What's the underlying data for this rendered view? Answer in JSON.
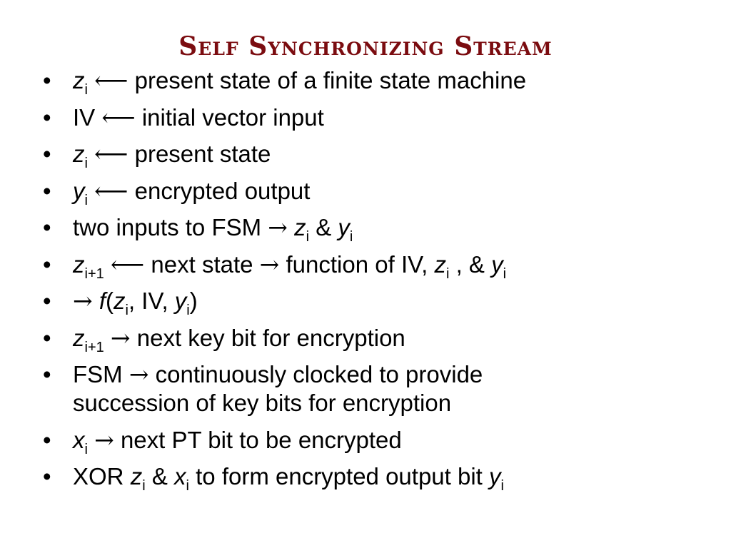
{
  "title": "Self Synchronizing Stream",
  "bullet_glyph": "•",
  "arrow_left": "⟵",
  "arrow_right": "→",
  "items": [
    {
      "v1": "z",
      "s1": "i",
      "text": "present state of a finite state machine"
    },
    {
      "t1": "IV",
      "text": "initial vector input"
    },
    {
      "v1": "z",
      "s1": "i",
      "text": "present state"
    },
    {
      "v1": "y",
      "s1": "i",
      "text": "encrypted output"
    },
    {
      "t1": "two inputs to FSM",
      "v1": "z",
      "s1": "i",
      "amp": "&",
      "v2": "y",
      "s2": "i"
    },
    {
      "v1": "z",
      "s1": "i+1",
      "t1": "next state",
      "t2": "function of IV,",
      "v2": "z",
      "s2": "i",
      "t3": ", &",
      "v3": "y",
      "s3": "i"
    },
    {
      "f": "f",
      "p1": "(",
      "v1": "z",
      "s1": "i",
      "t1": ", IV,",
      "v2": "y",
      "s2": "i",
      "p2": ")"
    },
    {
      "v1": "z",
      "s1": "i+1",
      "text": "next key bit for encryption"
    },
    {
      "t1": "FSM",
      "line1": "continuously clocked to provide",
      "line2": "succession of key bits for encryption"
    },
    {
      "v1": "x",
      "s1": "i",
      "text": "next PT bit to be encrypted"
    },
    {
      "t1": "XOR",
      "v1": "z",
      "s1": "i",
      "amp": "&",
      "v2": "x",
      "s2": "i",
      "t2": "to form encrypted output bit",
      "v3": "y",
      "s3": "i"
    }
  ]
}
